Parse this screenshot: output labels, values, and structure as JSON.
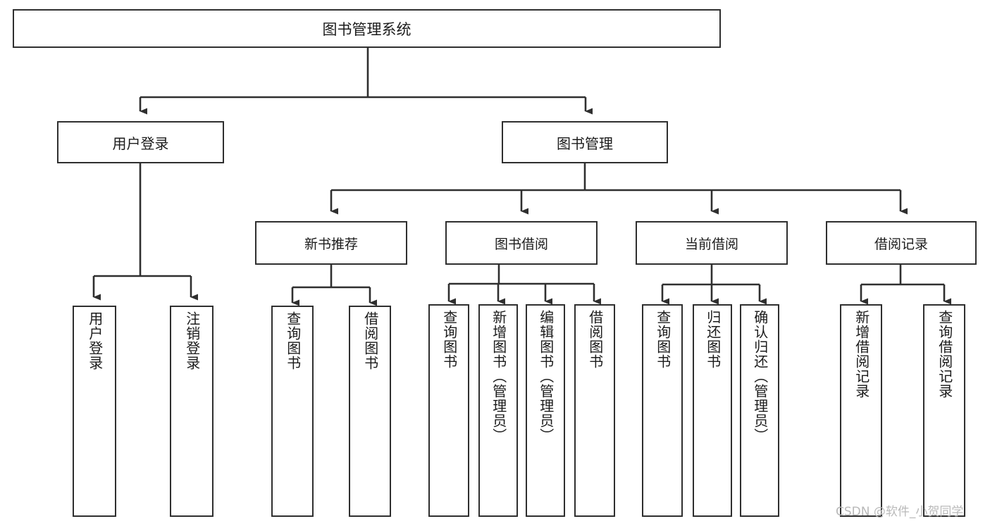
{
  "diagram": {
    "title": "图书管理系统",
    "root": {
      "label": "图书管理系统"
    },
    "level1": [
      {
        "label": "用户登录"
      },
      {
        "label": "图书管理"
      }
    ],
    "level2": [
      {
        "label": "新书推荐"
      },
      {
        "label": "图书借阅"
      },
      {
        "label": "当前借阅"
      },
      {
        "label": "借阅记录"
      }
    ],
    "leaves": {
      "user_login": [
        {
          "label": "用户登录"
        },
        {
          "label": "注销登录"
        }
      ],
      "new_book_recommend": [
        {
          "label": "查询图书"
        },
        {
          "label": "借阅图书"
        }
      ],
      "book_borrow": [
        {
          "label": "查询图书"
        },
        {
          "label": "新增图书（管理员）"
        },
        {
          "label": "编辑图书（管理员）"
        },
        {
          "label": "借阅图书"
        }
      ],
      "current_borrow": [
        {
          "label": "查询图书"
        },
        {
          "label": "归还图书"
        },
        {
          "label": "确认归还（管理员）"
        }
      ],
      "borrow_record": [
        {
          "label": "新增借阅记录"
        },
        {
          "label": "查询借阅记录"
        }
      ]
    }
  },
  "watermark": {
    "text": "CSDN @软件_小贺同学"
  },
  "colors": {
    "stroke": "#2f2f2f",
    "fill": "#ffffff",
    "text": "#1b1b1b",
    "watermark": "#b9b9b9"
  }
}
